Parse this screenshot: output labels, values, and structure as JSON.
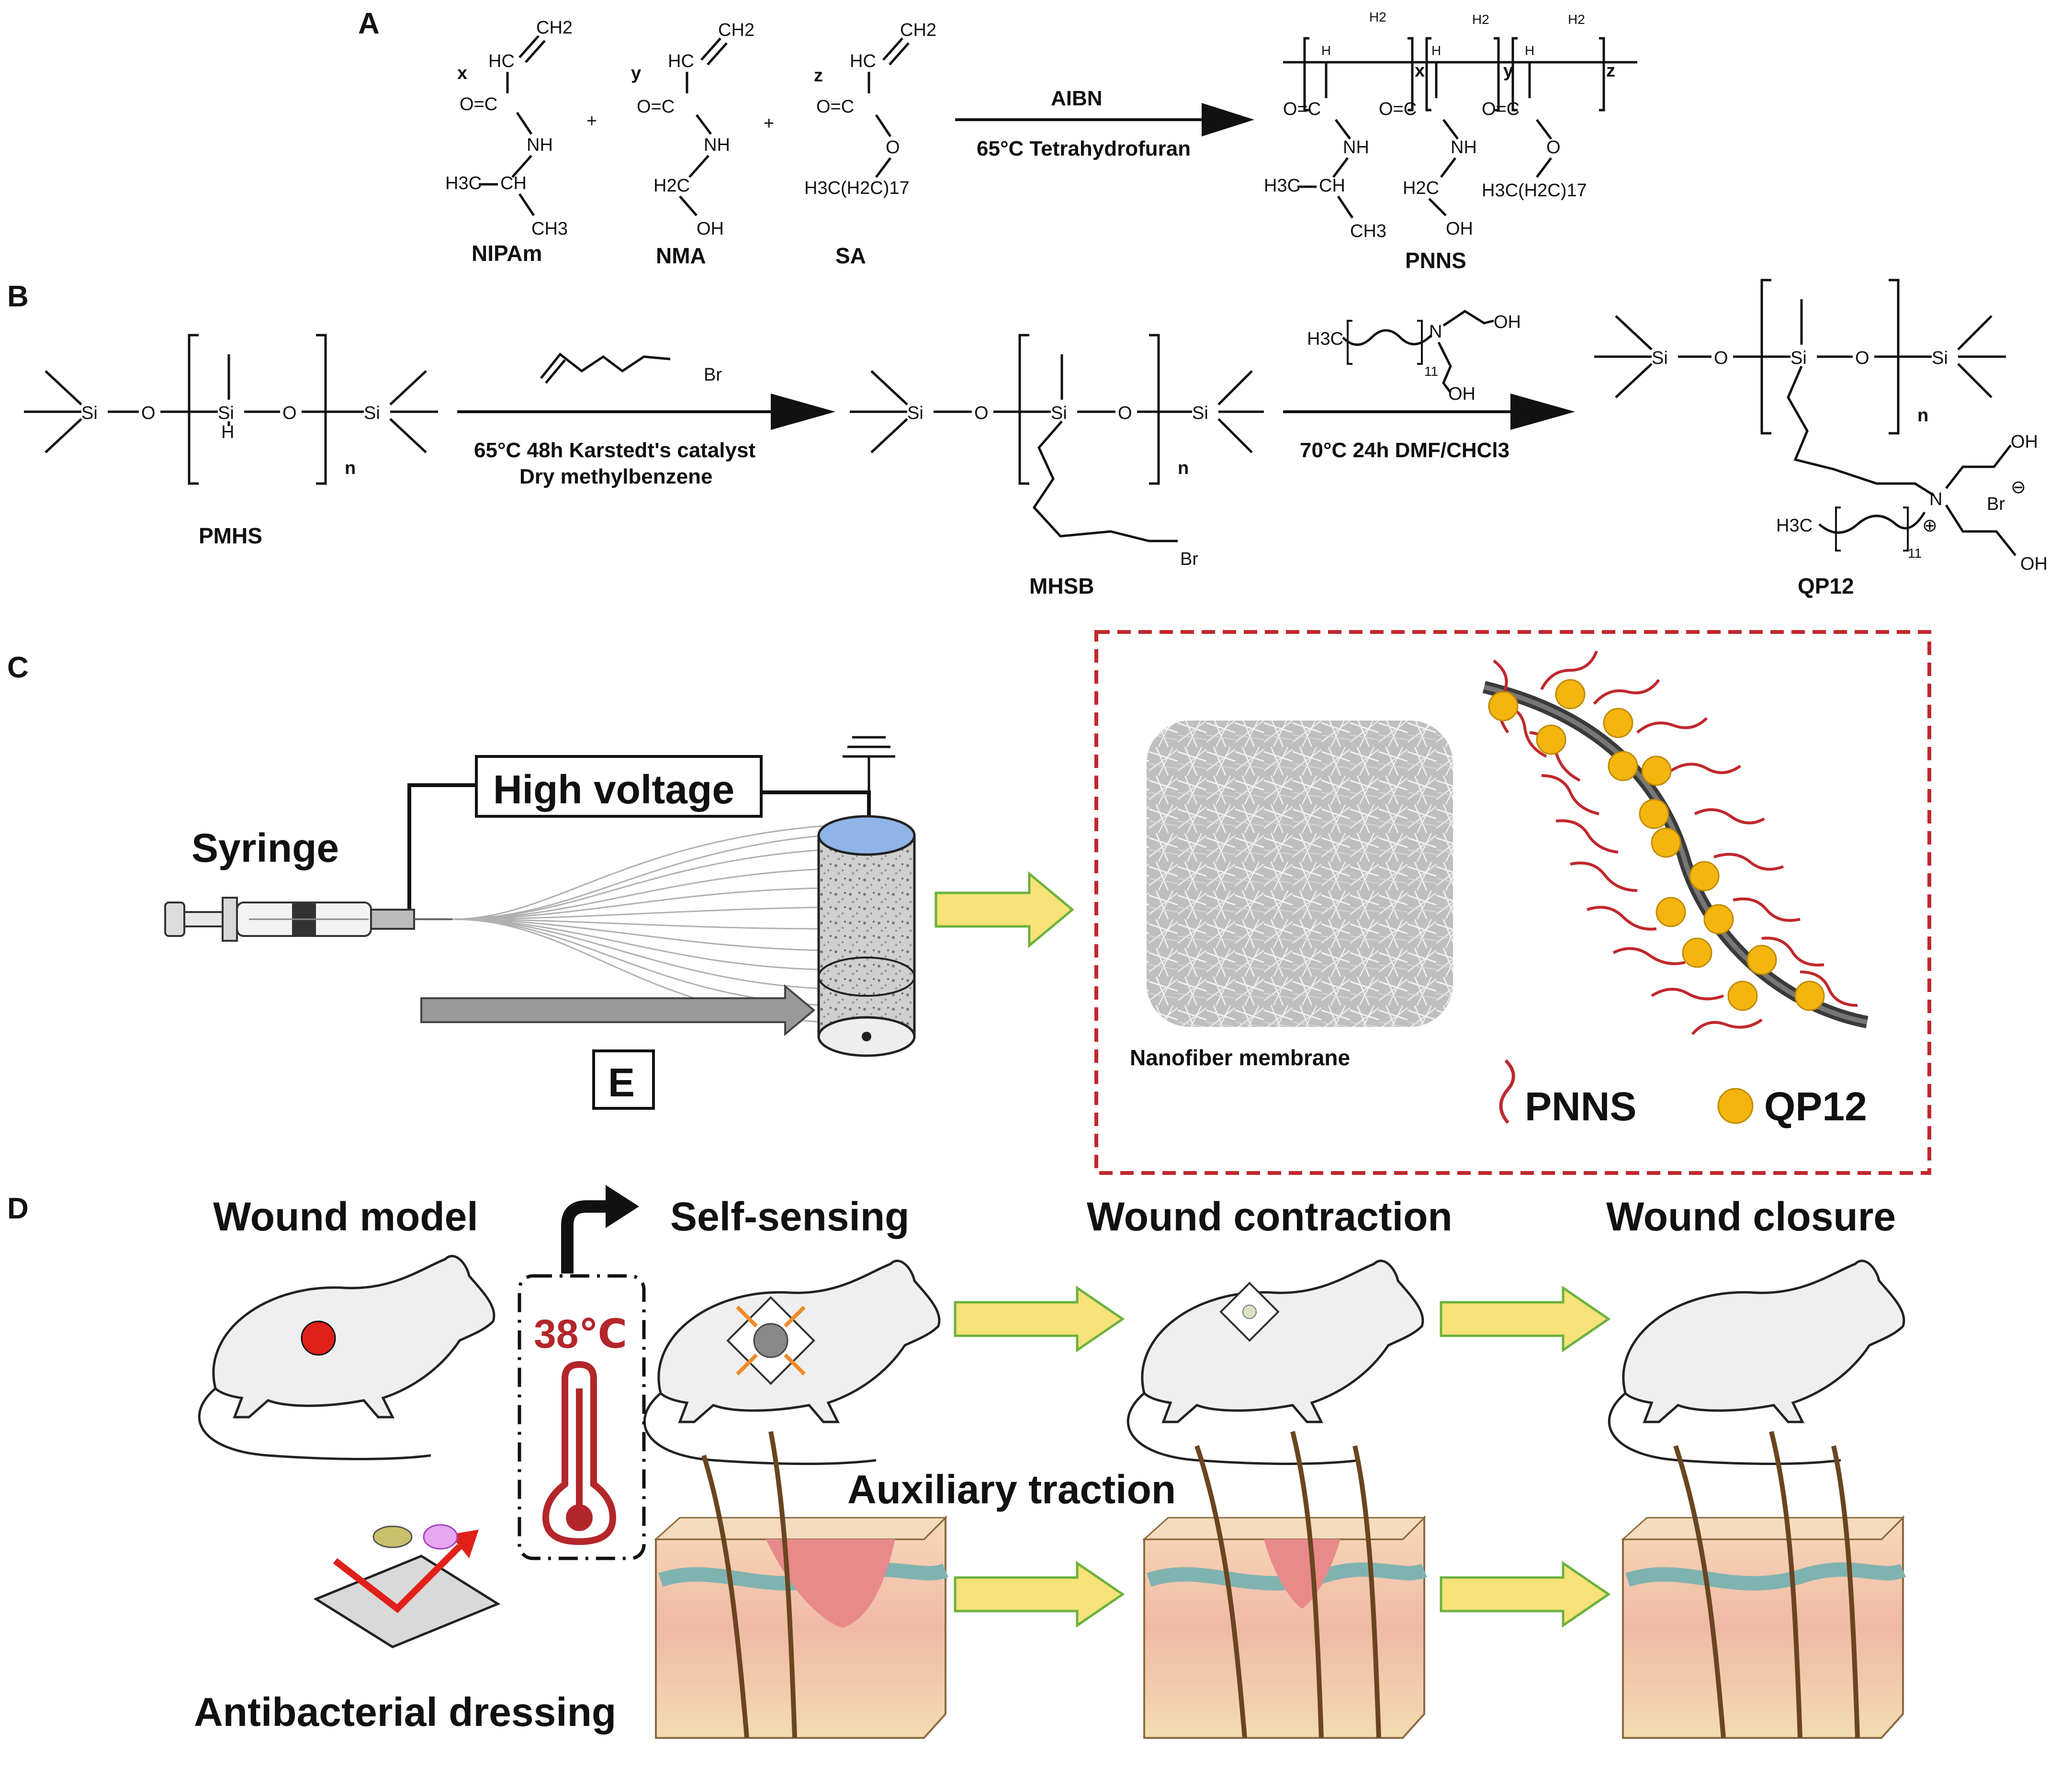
{
  "panels": {
    "a": "A",
    "b": "B",
    "c": "C",
    "d": "D"
  },
  "panel_a": {
    "coef_x": "x",
    "coef_y": "y",
    "coef_z": "z",
    "plus": "+",
    "ch2": "CH2",
    "hc": "HC",
    "oeq": "O=C",
    "nh": "NH",
    "o": "O",
    "h3c": "H3C",
    "ch": "CH",
    "ch3": "CH3",
    "h2c": "H2C",
    "oh": "OH",
    "sa_tail": "H3C(H2C)17",
    "h2": "H2",
    "h": "H",
    "sub_x": "x",
    "sub_y": "y",
    "sub_z": "z",
    "nipam": "NIPAm",
    "nma": "NMA",
    "sa": "SA",
    "pnns": "PNNS",
    "cond_top": "AIBN",
    "cond_bottom": "65°C  Tetrahydrofuran"
  },
  "panel_b": {
    "si": "Si",
    "o": "O",
    "h": "H",
    "n": "n",
    "br": "Br",
    "brm": "Br",
    "pmhs": "PMHS",
    "mhsb": "MHSB",
    "qp12": "QP12",
    "cond1_top": "65°C 48h Karstedt's catalyst",
    "cond1_bottom": "Dry methylbenzene",
    "cond2_bottom": "70°C 24h DMF/CHCl3",
    "h3c": "H3C",
    "sub11": "11",
    "nN": "N",
    "oh": "OH",
    "minus": "⊖",
    "plus": "⊕"
  },
  "panel_c": {
    "high_voltage": "High voltage",
    "syringe": "Syringe",
    "e_label": "E",
    "membrane": "Nanofiber membrane",
    "legend_pnns": "PNNS",
    "legend_qp12": "QP12"
  },
  "panel_d": {
    "wound_model": "Wound model",
    "self_sensing": "Self-sensing",
    "wound_contraction": "Wound contraction",
    "wound_closure": "Wound closure",
    "temperature": "38℃",
    "auxiliary": "Auxiliary traction",
    "antibacterial": "Antibacterial dressing"
  },
  "colors": {
    "dashed_box": "#c0282d",
    "pnns_chain": "#c0282d",
    "qp12_dot": "#f5b50f",
    "arrow_fill": "#f8e27a",
    "arrow_stroke": "#6bb23c",
    "wound": "#e0201a",
    "thermo": "#b3262a"
  }
}
